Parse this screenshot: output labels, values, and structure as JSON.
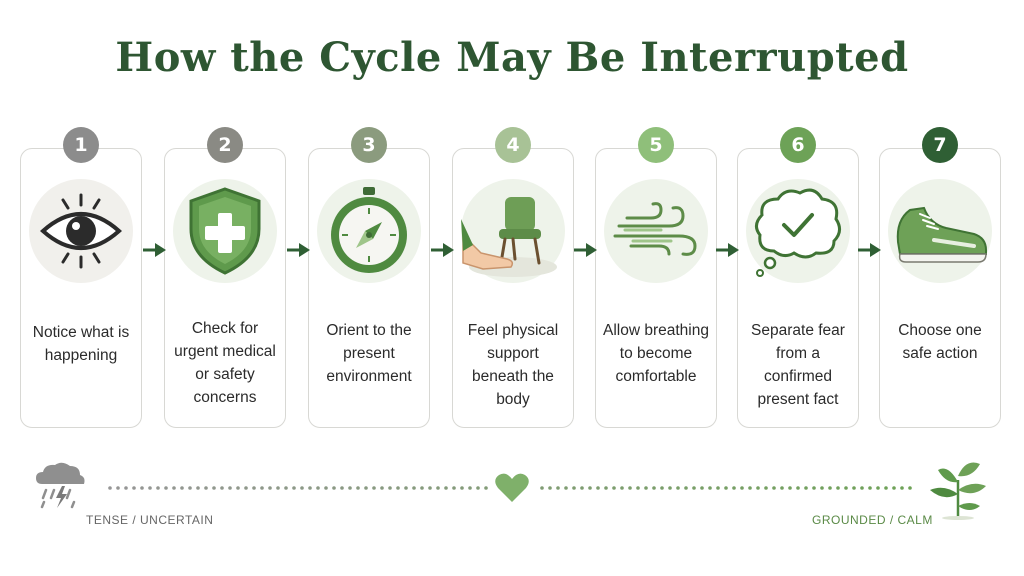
{
  "title": "How the Cycle May Be Interrupted",
  "steps": [
    {
      "number": "1",
      "label": "Notice what is happening",
      "icon": "eye-icon",
      "badge_color": "#8c8c8c"
    },
    {
      "number": "2",
      "label": "Check for urgent medical or safety concerns",
      "icon": "shield-cross-icon",
      "badge_color": "#8a8a84"
    },
    {
      "number": "3",
      "label": "Orient to the present environment",
      "icon": "compass-icon",
      "badge_color": "#8b9b7e"
    },
    {
      "number": "4",
      "label": "Feel physical support beneath the body",
      "icon": "chair-hand-icon",
      "badge_color": "#a8c296"
    },
    {
      "number": "5",
      "label": "Allow breathing to become comfortable",
      "icon": "wind-icon",
      "badge_color": "#8fbf7a"
    },
    {
      "number": "6",
      "label": "Separate fear from a confirmed present fact",
      "icon": "thought-check-icon",
      "badge_color": "#6da257"
    },
    {
      "number": "7",
      "label": "Choose one safe action",
      "icon": "sneaker-icon",
      "badge_color": "#2f5f34"
    }
  ],
  "scale": {
    "left_label": "TENSE / UNCERTAIN",
    "right_label": "GROUNDED / CALM",
    "left_icon": "storm-cloud-icon",
    "middle_icon": "heart-icon",
    "right_icon": "sprout-icon"
  },
  "colors": {
    "title": "#2e5632",
    "arrow": "#2f5f34",
    "accent_green": "#6da257"
  }
}
